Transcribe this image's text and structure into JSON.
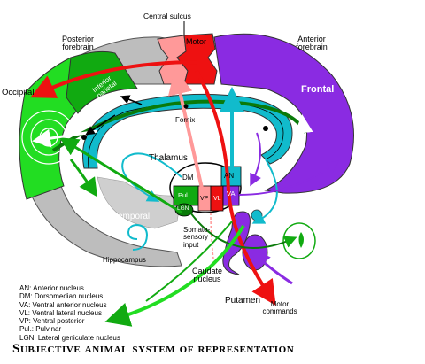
{
  "labels": {
    "central_sulcus": "Central sulcus",
    "posterior_forebrain": "Posterior forebrain",
    "anterior_forebrain": "Anterior forebrain",
    "occipital": "Occipital",
    "inferior_parietal": "Inferior parietal",
    "motor": "Motor",
    "frontal": "Frontal",
    "fornix": "Fornix",
    "thalamus": "Thalamus",
    "dm": "DM",
    "an": "AN",
    "pul": "Pul.",
    "vp": "VP",
    "vl": "VL",
    "va": "VA",
    "lgn": "LGN",
    "temporal": "Temporal",
    "somatosensory_input": "Somato-sensory input",
    "hippocampus": "Hippocampus",
    "caudate_nucleus": "Caudate nucleus",
    "putamen": "Putamen",
    "motor_commands": "Motor commands"
  },
  "legend": [
    "AN: Anterior nucleus",
    "DM: Dorsomedian nucleus",
    "VA: Ventral anterior nucleus",
    "VL: Ventral lateral nucleus",
    "VP: Ventral posterior",
    "Pul.: Pulvinar",
    "LGN: Lateral geniculate nucleus"
  ],
  "caption": "Subjective animal system of representation",
  "colors": {
    "occipital": "#22dd22",
    "parietal": "#11aa11",
    "frontal": "#8a2be2",
    "motor": "#ee1111",
    "somatosensory": "#ff9999",
    "fornix": "#11bbcc",
    "cortex_gray": "#bdbdbd",
    "dark_green": "#0a7a0a"
  }
}
